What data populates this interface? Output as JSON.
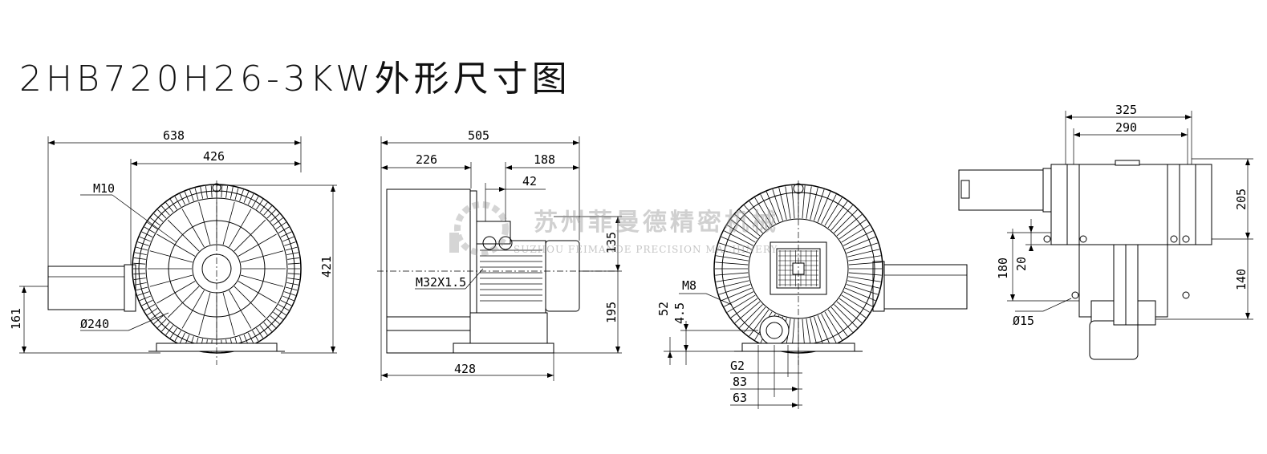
{
  "title": "2HB720H26-3KW外形尺寸图",
  "watermark": {
    "company_cn": "苏州菲曼德精密机械",
    "company_en": "SUZHOU FEIMANDE PRECISION MACHINERY",
    "logo_text": "FMD"
  },
  "views": {
    "front": {
      "dims": {
        "width_total": "638",
        "width_inner": "426",
        "height": "421",
        "outlet_height": "161",
        "bolt": "M10",
        "diameter": "Ø240"
      }
    },
    "side": {
      "dims": {
        "width_total": "505",
        "left": "226",
        "right": "188",
        "motor_offset": "42",
        "height_upper": "135",
        "height_lower": "195",
        "base": "428",
        "cable_gland": "M32X1.5"
      }
    },
    "rear": {
      "dims": {
        "bolt": "M8",
        "height_52": "52",
        "height_45": "4.5",
        "thread": "G2",
        "w83": "83",
        "w63": "63"
      }
    },
    "top": {
      "dims": {
        "width_325": "325",
        "width_290": "290",
        "height_205": "205",
        "height_140": "140",
        "height_180": "180",
        "height_20": "20",
        "hole": "Ø15"
      }
    }
  }
}
